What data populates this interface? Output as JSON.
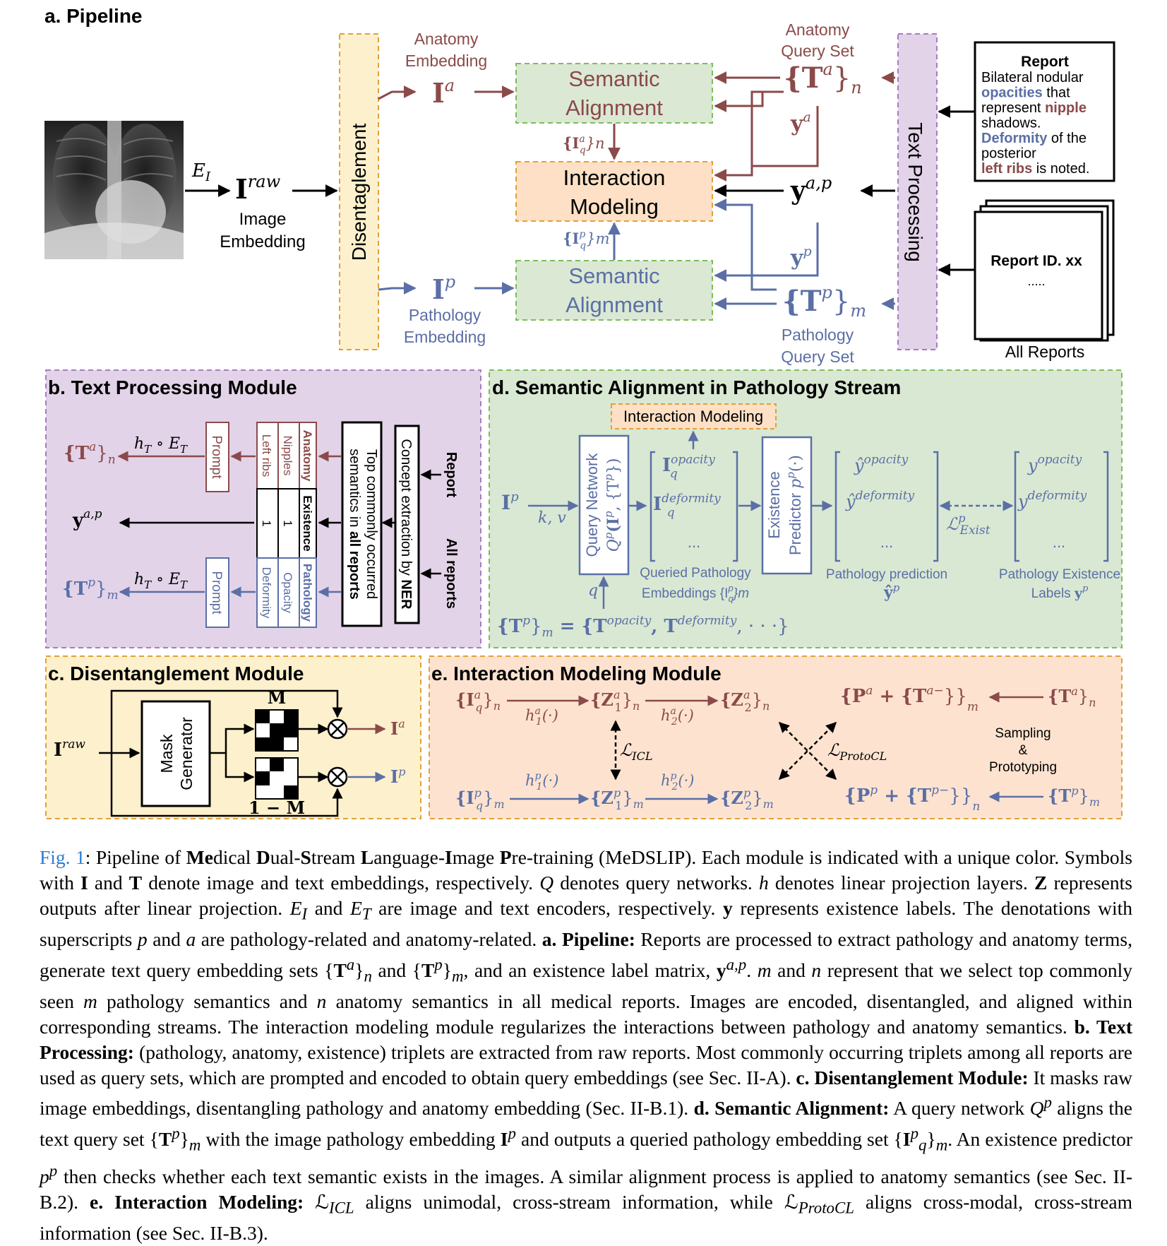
{
  "panel_a": {
    "title": "a. Pipeline",
    "encoder_label": "E",
    "encoder_sub": "I",
    "iraw": "I",
    "iraw_sup": "raw",
    "image_embedding": [
      "Image",
      "Embedding"
    ],
    "disentanglement": "Disentaglement",
    "anatomy_embedding": [
      "Anatomy",
      "Embedding"
    ],
    "ia": "I",
    "ia_sup": "a",
    "ip": "I",
    "ip_sup": "p",
    "pathology_embedding": [
      "Pathology",
      "Embedding"
    ],
    "semantic_alignment": [
      "Semantic",
      "Alignment"
    ],
    "interaction_modeling": [
      "Interaction",
      "Modeling"
    ],
    "iqa_set": "{I",
    "iqa_sub": "q",
    "iqa_sup": "a",
    "iqa_tail": "}n",
    "iqp_set": "{I",
    "iqp_sub": "q",
    "iqp_sup": "p",
    "iqp_tail": "}m",
    "anatomy_query_set": [
      "Anatomy",
      "Query Set"
    ],
    "ta_set": "{T",
    "ta_sup": "a",
    "ta_tail": "}",
    "ta_sub": "n",
    "ya": "y",
    "ya_sup": "a",
    "yap": "y",
    "yap_sup": "a,p",
    "yp": "y",
    "yp_sup": "p",
    "tp_set": "{T",
    "tp_sup": "p",
    "tp_tail": "}",
    "tp_sub": "m",
    "pathology_query_set": [
      "Pathology",
      "Query Set"
    ],
    "text_processing": "Text Processing",
    "report": {
      "title": "Report",
      "lines": [
        [
          {
            "t": "Bilateral nodular",
            "c": "black"
          }
        ],
        [
          {
            "t": "opacities",
            "c": "blue"
          },
          {
            "t": " that",
            "c": "black"
          }
        ],
        [
          {
            "t": "represent ",
            "c": "black"
          },
          {
            "t": "nipple",
            "c": "brown"
          }
        ],
        [
          {
            "t": "shadows.",
            "c": "black"
          }
        ],
        [
          {
            "t": "Deformity",
            "c": "blue"
          },
          {
            "t": " of the",
            "c": "black"
          }
        ],
        [
          {
            "t": "posterior",
            "c": "black"
          }
        ],
        [
          {
            "t": "left ribs",
            "c": "brown"
          },
          {
            "t": " is noted.",
            "c": "black"
          }
        ]
      ]
    },
    "report_id": "Report ID. xx",
    "report_dots": ".....",
    "all_reports": "All Reports"
  },
  "panel_b": {
    "title": "b. Text Processing Module",
    "ta": "{T",
    "ta_sup": "a",
    "ta_tail": "}",
    "ta_sub": "n",
    "yap": "y",
    "yap_sup": "a,p",
    "tp": "{T",
    "tp_sup": "p",
    "tp_tail": "}",
    "tp_sub": "m",
    "proj": "h",
    "proj_sub": "T",
    "proj_mid": " ∘ E",
    "proj_sub2": "T",
    "prompt": "Prompt",
    "table_headers": [
      "Anatomy",
      "Existence",
      "Pathology"
    ],
    "anatomy_terms": [
      "Nipples",
      "Left ribs"
    ],
    "existence_values": [
      "1",
      "1"
    ],
    "pathology_terms": [
      "Opacity",
      "Deformity"
    ],
    "top_semantics": [
      "Top commonly occurred",
      "semantics in ",
      "all reports"
    ],
    "concept_extraction": [
      "Concept extraction by ",
      "NER"
    ],
    "report_in": "Report",
    "all_reports_in": "All reports"
  },
  "panel_c": {
    "title": "c. Disentanglement Module",
    "iraw": "I",
    "iraw_sup": "raw",
    "mask_generator": [
      "Mask",
      "Generator"
    ],
    "m": "M",
    "one_minus_m": "1 − M",
    "ia": "I",
    "ia_sup": "a",
    "ip": "I",
    "ip_sup": "p"
  },
  "panel_d": {
    "title": "d. Semantic Alignment in Pathology Stream",
    "interaction_modeling": "Interaction Modeling",
    "ip": "I",
    "ip_sup": "p",
    "kv": "k, v",
    "q": "q",
    "query_network": "Query Network",
    "query_fn": "Q",
    "query_fn_sup": "p",
    "query_fn_args": "(I",
    "query_fn_args_sup": "p",
    "query_fn_args2": ", {T",
    "query_fn_args2_sup": "p",
    "query_fn_args3": "})",
    "iq_opacity": "I",
    "iq_opacity_sup": "opacity",
    "iq_sub": "q",
    "iq_deformity": "I",
    "iq_deformity_sup": "deformity",
    "dots": "...",
    "queried_label": [
      "Queried Pathology",
      "Embeddings {I"
    ],
    "queried_label_sub": "q",
    "queried_label_sup": "p",
    "queried_label_tail": "}m",
    "existence_predictor": [
      "Existence",
      "Predictor "
    ],
    "pred_fn": "p",
    "pred_fn_sup": "p",
    "pred_fn_args": "(·)",
    "yhat_opacity": "ŷ",
    "yhat_opacity_sup": "opacity",
    "yhat_deformity": "ŷ",
    "yhat_deformity_sup": "deformity",
    "pathology_prediction": "Pathology prediction",
    "yhat_p": "ŷ",
    "yhat_p_sup": "p",
    "loss": "ℒ",
    "loss_sup": "p",
    "loss_sub": "Exist",
    "y_opacity": "y",
    "y_opacity_sup": "opacity",
    "y_deformity": "y",
    "y_deformity_sup": "deformity",
    "existence_labels": [
      "Pathology Existence",
      "Labels "
    ],
    "y_p": "y",
    "y_p_sup": "p",
    "tp_def_a": "{T",
    "tp_def_sup": "p",
    "tp_def_b": "}",
    "tp_def_sub": "m",
    "tp_def_c": " = {T",
    "tp_def_sup2": "opacity",
    "tp_def_d": ", T",
    "tp_def_sup3": "deformity",
    "tp_def_e": ", · · ·}"
  },
  "panel_e": {
    "title": "e. Interaction Modeling Module",
    "iqa": "{I",
    "iqa_sup": "a",
    "iqa_sub": "q",
    "iqa_tail": "}",
    "iqa_tsub": "n",
    "z1a": "{Z",
    "z1a_sup": "a",
    "z1a_sub": "1",
    "z1a_tail": "}",
    "z1a_tsub": "n",
    "z2a": "{Z",
    "z2a_sup": "a",
    "z2a_sub": "2",
    "z2a_tail": "}",
    "z2a_tsub": "n",
    "h1a": "h",
    "h1a_sup": "a",
    "h1a_sub": "1",
    "h1a_tail": "(·)",
    "h2a": "h",
    "h2a_sup": "a",
    "h2a_sub": "2",
    "h2a_tail": "(·)",
    "iqp": "{I",
    "iqp_sup": "p",
    "iqp_sub": "q",
    "iqp_tail": "}",
    "iqp_tsub": "m",
    "z1p": "{Z",
    "z1p_sup": "p",
    "z1p_sub": "1",
    "z1p_tail": "}",
    "z1p_tsub": "m",
    "z2p": "{Z",
    "z2p_sup": "p",
    "z2p_sub": "2",
    "z2p_tail": "}",
    "z2p_tsub": "m",
    "h1p": "h",
    "h1p_sup": "p",
    "h1p_sub": "1",
    "h1p_tail": "(·)",
    "h2p": "h",
    "h2p_sup": "p",
    "h2p_sub": "2",
    "h2p_tail": "(·)",
    "l_icl": "ℒ",
    "l_icl_sub": "ICL",
    "l_protocl": "ℒ",
    "l_protocl_sub": "ProtoCL",
    "pa": "{P",
    "pa_sup": "a",
    "pa_mid": " + {T",
    "pa_sup2": "a−",
    "pa_tail": "}}",
    "pa_sub": "m",
    "pp": "{P",
    "pp_sup": "p",
    "pp_mid": " + {T",
    "pp_sup2": "p−",
    "pp_tail": "}}",
    "pp_sub": "n",
    "ta": "{T",
    "ta_sup": "a",
    "ta_tail": "}",
    "ta_sub": "n",
    "tp": "{T",
    "tp_sup": "p",
    "tp_tail": "}",
    "tp_sub": "m",
    "sampling": [
      "Sampling",
      "&",
      "Prototyping"
    ]
  },
  "caption": {
    "figure_label": "Fig. 1",
    "html": ": Pipeline of <b>Me</b>dical <b>D</b>ual-<b>S</b>tream <b>L</b>anguage-<b>I</b>mage <b>P</b>re-training (MeDSLIP). Each module is indicated with a unique color. Symbols with <b>I</b> and <b>T</b> denote image and text embeddings, respectively. <i>Q</i> denotes query networks. <i>h</i> denotes linear projection layers. <b>Z</b> represents outputs after linear projection. <i>E<sub>I</sub></i> and <i>E<sub>T</sub></i> are image and text encoders, respectively. <b>y</b> represents existence labels. The denotations with superscripts <i>p</i> and <i>a</i> are pathology-related and anatomy-related. <b>a. Pipeline:</b> Reports are processed to extract pathology and anatomy terms, generate text query embedding sets {<b>T</b><sup><i>a</i></sup>}<sub><i>n</i></sub> and {<b>T</b><sup><i>p</i></sup>}<sub><i>m</i></sub>, and an existence label matrix, <b>y</b><sup><i>a,p</i></sup>. <i>m</i> and <i>n</i> represent that we select top commonly seen <i>m</i> pathology semantics and <i>n</i> anatomy semantics in all medical reports. Images are encoded, disentangled, and aligned within corresponding streams. The interaction modeling module regularizes the interactions between pathology and anatomy semantics. <b>b. Text Processing:</b> (pathology, anatomy, existence) triplets are extracted from raw reports. Most commonly occurring triplets among all reports are used as query sets, which are prompted and encoded to obtain query embeddings (see Sec. II-A). <b>c. Disentanglement Module:</b> It masks raw image embeddings, disentangling pathology and anatomy embedding (Sec. II-B.1). <b>d. Semantic Alignment:</b> A query network <i>Q<sup>p</sup></i> aligns the text query set {<b>T</b><sup><i>p</i></sup>}<sub><i>m</i></sub> with the image pathology embedding <b>I</b><sup><i>p</i></sup> and outputs a queried pathology embedding set {<b>I</b><sup><i>p</i></sup><sub><i>q</i></sub>}<sub><i>m</i></sub>. An existence predictor <i>p<sup>p</sup></i> then checks whether each text semantic exists in the images. A similar alignment process is applied to anatomy semantics (see Sec. II-B.2). <b>e. Interaction Modeling:</b> ℒ<sub><i>ICL</i></sub> aligns unimodal, cross-stream information, while ℒ<sub><i>ProtoCL</i></sub> aligns cross-modal, cross-stream information (see Sec. II-B.3)."
  },
  "colors": {
    "anatomy": "#8b4a4a",
    "pathology": "#5b6fa6",
    "panel_b_bg": "#e2d3e8",
    "panel_c_bg": "#fdf0cc",
    "panel_d_bg": "#d9e8d3",
    "panel_e_bg": "#fde3cf",
    "sa_box": "#dbe8d4",
    "im_box": "#fde0c5",
    "dis_box": "#fdf0cc",
    "tp_box": "#e2d3e8"
  }
}
